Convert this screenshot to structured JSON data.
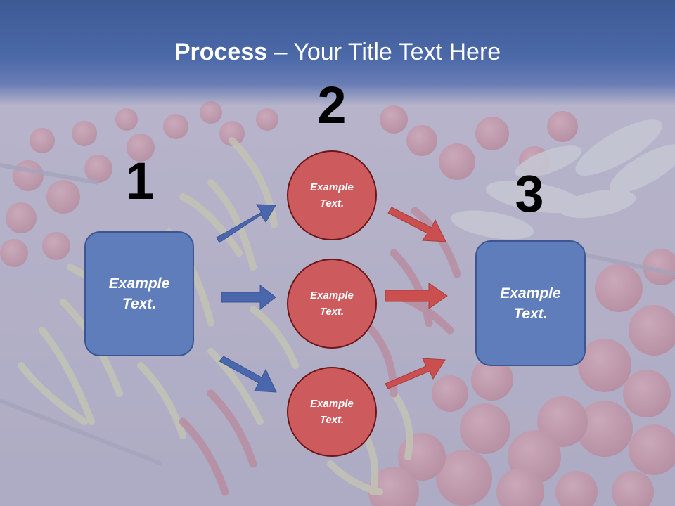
{
  "title": {
    "bold": "Process",
    "rest": " – Your Title Text Here"
  },
  "steps": [
    {
      "number": "1",
      "text": "Example\nText."
    },
    {
      "number": "2"
    },
    {
      "number": "3",
      "text": "Example\nText."
    }
  ],
  "circles": [
    {
      "text": "Example\nText."
    },
    {
      "text": "Example\nText."
    },
    {
      "text": "Example\nText."
    }
  ],
  "colors": {
    "header": "#4c69a8",
    "box_fill": "#5f7dba",
    "circle_fill": "#cd5b5e",
    "blue_arrow": "#4a66ad",
    "red_arrow": "#cc4f50",
    "number": "#000000"
  },
  "background_image": "market-vegetables-photo"
}
